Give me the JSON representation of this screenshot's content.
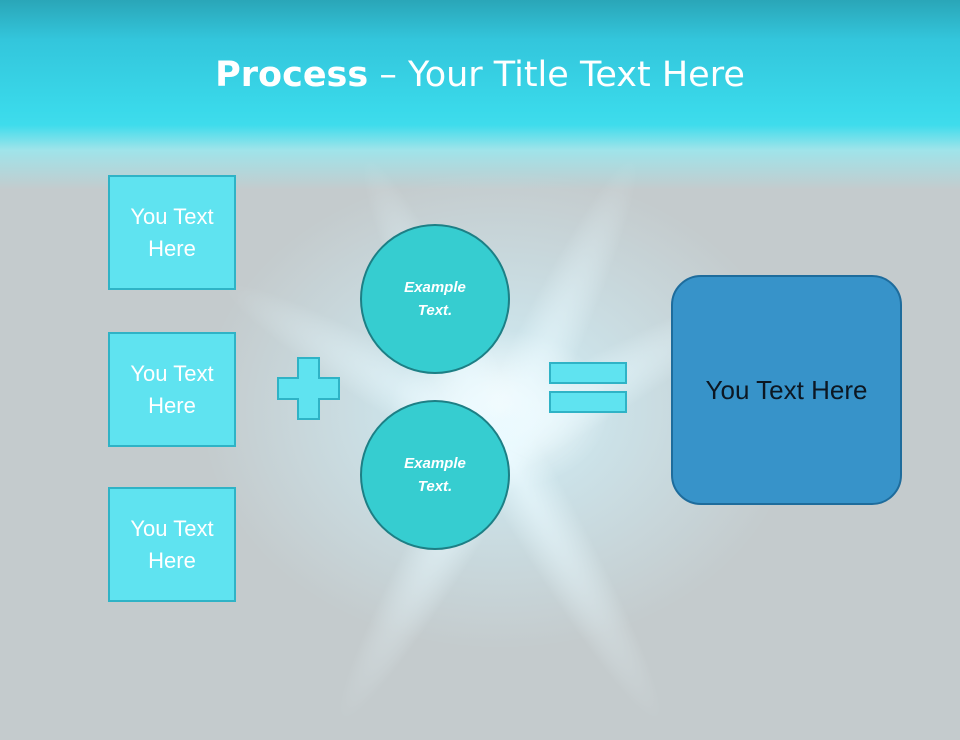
{
  "slide": {
    "title_bold": "Process",
    "title_rest": " – Your Title Text Here"
  },
  "inputs": [
    {
      "label": "You Text Here"
    },
    {
      "label": "You Text Here"
    },
    {
      "label": "You Text Here"
    }
  ],
  "circles": [
    {
      "label": "Example Text."
    },
    {
      "label": "Example Text."
    }
  ],
  "operators": {
    "plus_icon": "plus-icon",
    "equals_icon": "equals-icon"
  },
  "result": {
    "label": "You Text Here"
  },
  "colors": {
    "header": "#3ad9ea",
    "box_fill": "#5fe3f0",
    "circle_fill": "#36cdd0",
    "result_fill": "#3793c9",
    "background": "#c4cbcd"
  }
}
